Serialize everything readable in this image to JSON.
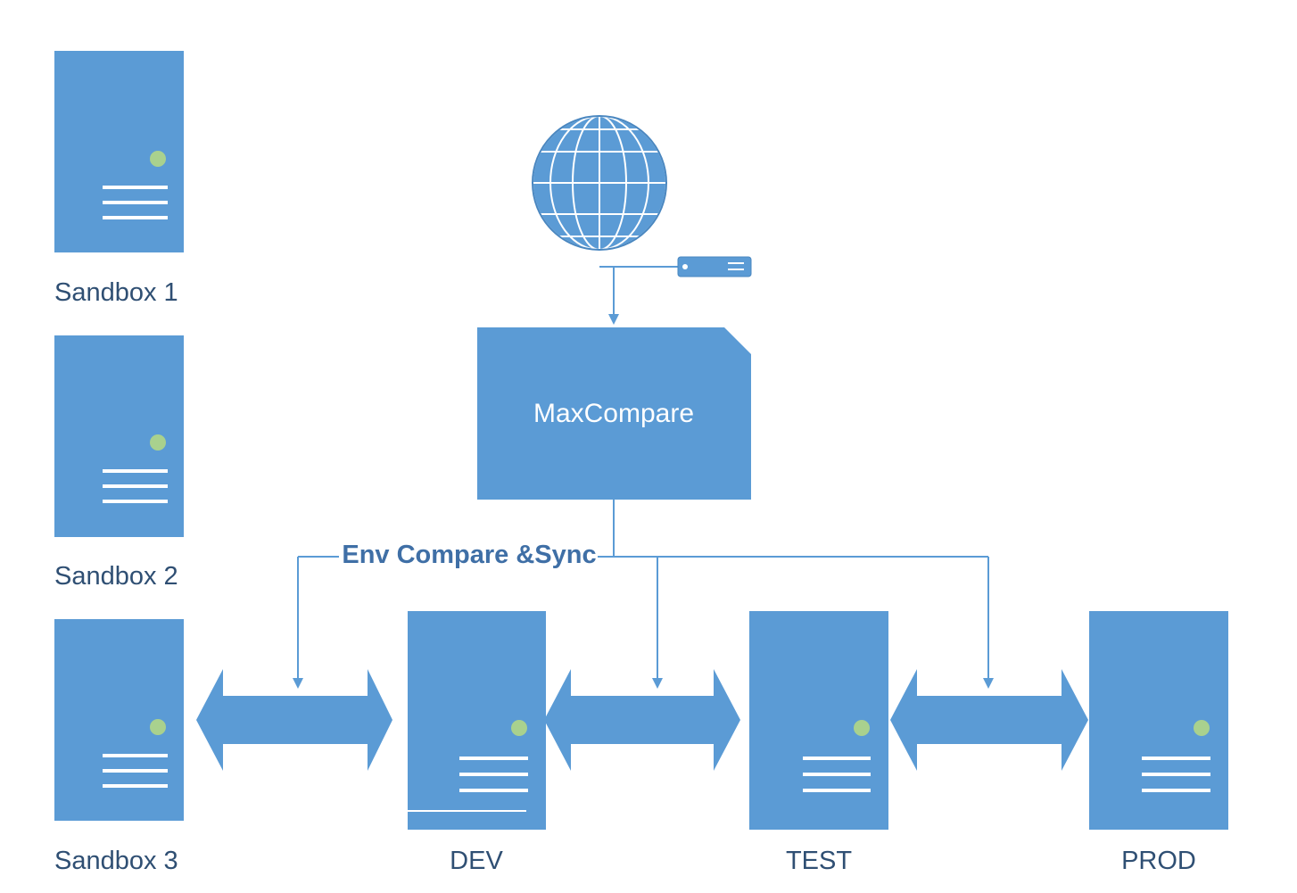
{
  "colors": {
    "server_blue": "#5b9bd5",
    "status_dot": "#a9d18e",
    "label_text": "#2f4f73",
    "link_label_text": "#3f6fa6",
    "background": "#ffffff"
  },
  "servers": [
    {
      "id": "sandbox-1",
      "label": "Sandbox 1"
    },
    {
      "id": "sandbox-2",
      "label": "Sandbox 2"
    },
    {
      "id": "sandbox-3",
      "label": "Sandbox 3"
    },
    {
      "id": "dev",
      "label": "DEV"
    },
    {
      "id": "test",
      "label": "TEST"
    },
    {
      "id": "prod",
      "label": "PROD"
    }
  ],
  "central": {
    "label": "MaxCompare"
  },
  "link_label": "Env Compare &Sync",
  "icons": {
    "internet": "globe-icon",
    "connector": "network-device-icon",
    "server": "server-tower-icon",
    "sync": "double-arrow-icon"
  }
}
